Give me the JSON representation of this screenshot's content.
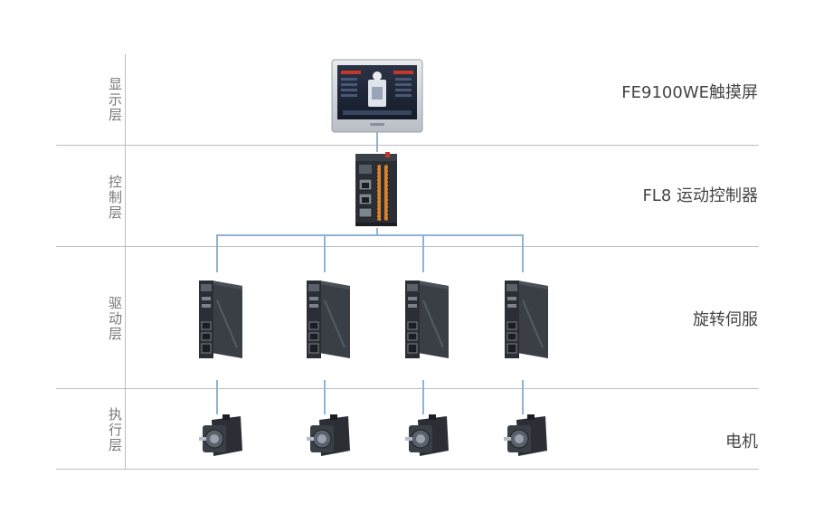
{
  "layers": [
    {
      "id": "display",
      "label": "显示层",
      "device": "FE9100WE触摸屏"
    },
    {
      "id": "control",
      "label": "控制层",
      "device": "FL8 运动控制器"
    },
    {
      "id": "drive",
      "label": "驱动层",
      "device": "旋转伺服"
    },
    {
      "id": "exec",
      "label": "执行层",
      "device": "电机"
    }
  ],
  "colors": {
    "wire": "#8fb4d3",
    "rule": "#bdbdbd",
    "device_dark": "#2b2f35",
    "accent_red": "#c0392b",
    "accent_orange": "#d9822b"
  }
}
